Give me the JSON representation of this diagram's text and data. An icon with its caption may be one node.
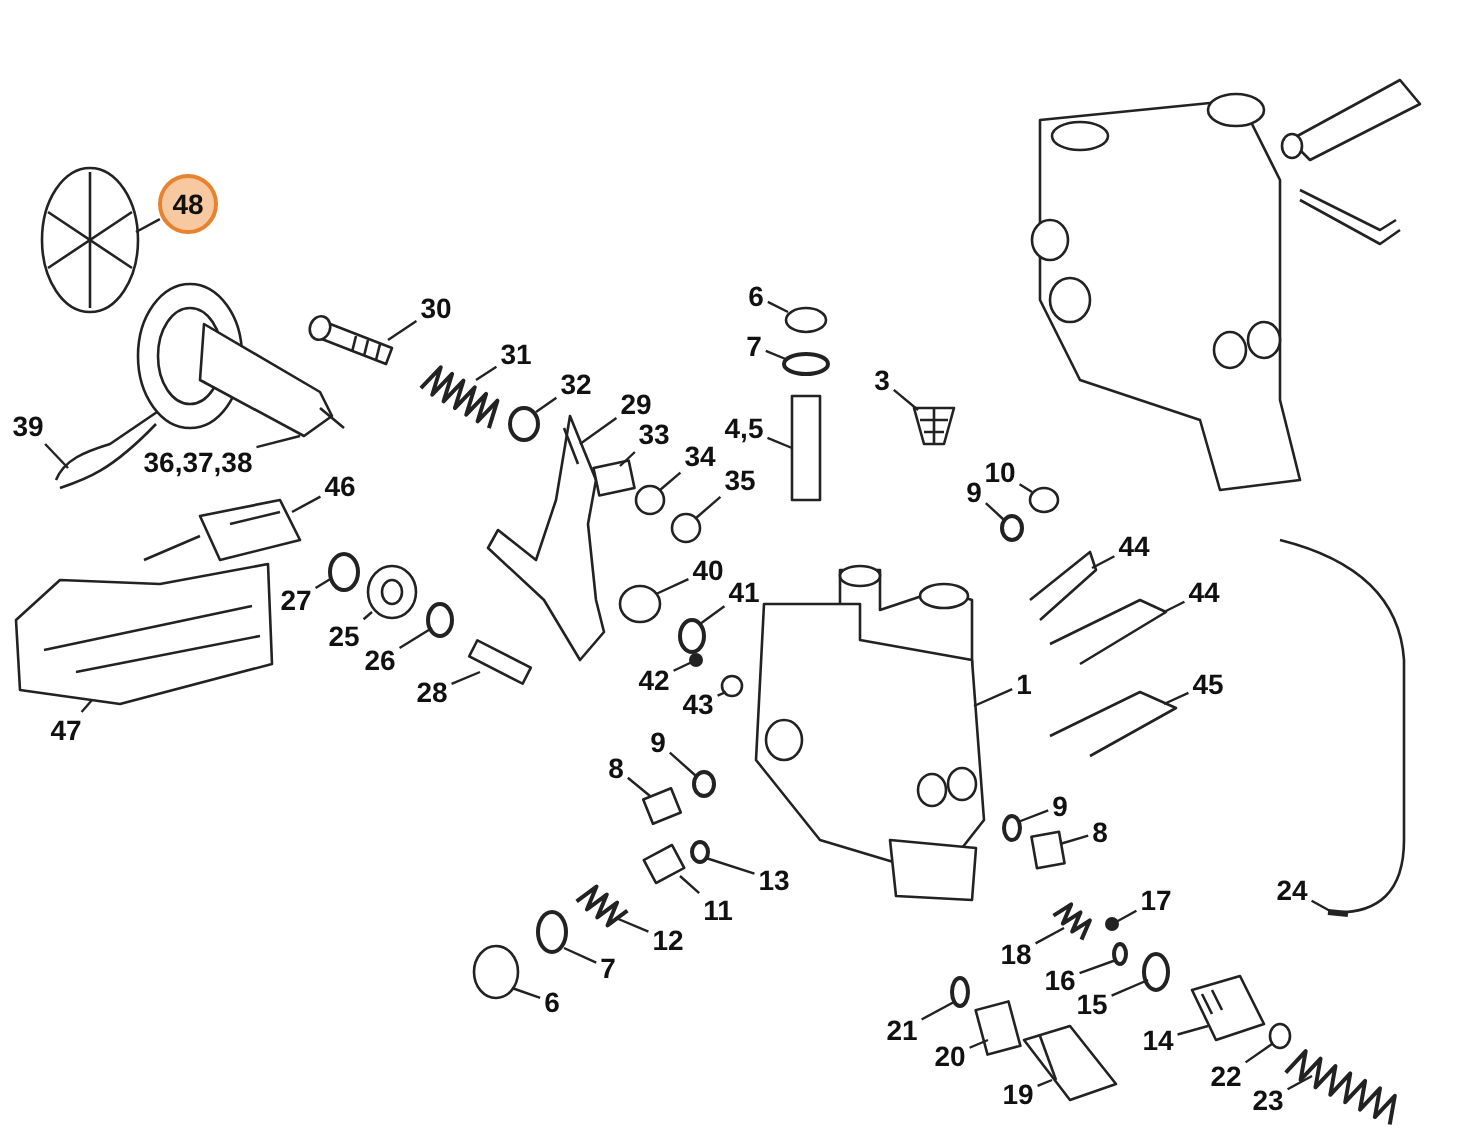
{
  "diagram": {
    "nodes": [
      {
        "text": [
          "48"
        ]
      },
      {
        "text": [
          "30"
        ]
      },
      {
        "text": [
          "31"
        ]
      },
      {
        "text": [
          "32"
        ]
      },
      {
        "text": [
          "29"
        ]
      },
      {
        "text": [
          "33"
        ]
      },
      {
        "text": [
          "34"
        ]
      },
      {
        "text": [
          "35"
        ]
      },
      {
        "text": [
          "6"
        ]
      },
      {
        "text": [
          "7"
        ]
      },
      {
        "text": [
          "4,5"
        ]
      },
      {
        "text": [
          "3"
        ]
      },
      {
        "text": [
          "10"
        ]
      },
      {
        "text": [
          "9"
        ]
      },
      {
        "text": [
          "44"
        ]
      },
      {
        "text": [
          "44"
        ]
      },
      {
        "text": [
          "45"
        ]
      },
      {
        "text": [
          "1"
        ]
      },
      {
        "text": [
          "40"
        ]
      },
      {
        "text": [
          "41"
        ]
      },
      {
        "text": [
          "42"
        ]
      },
      {
        "text": [
          "43"
        ]
      },
      {
        "text": [
          "39"
        ]
      },
      {
        "text": [
          "36,37,38"
        ]
      },
      {
        "text": [
          "46"
        ]
      },
      {
        "text": [
          "27"
        ]
      },
      {
        "text": [
          "25"
        ]
      },
      {
        "text": [
          "26"
        ]
      },
      {
        "text": [
          "28"
        ]
      },
      {
        "text": [
          "47"
        ]
      },
      {
        "text": [
          "9"
        ]
      },
      {
        "text": [
          "8"
        ]
      },
      {
        "text": [
          "13"
        ]
      },
      {
        "text": [
          "11"
        ]
      },
      {
        "text": [
          "12"
        ]
      },
      {
        "text": [
          "7"
        ]
      },
      {
        "text": [
          "6"
        ]
      },
      {
        "text": [
          "9"
        ]
      },
      {
        "text": [
          "8"
        ]
      },
      {
        "text": [
          "17"
        ]
      },
      {
        "text": [
          "18"
        ]
      },
      {
        "text": [
          "16"
        ]
      },
      {
        "text": [
          "15"
        ]
      },
      {
        "text": [
          "24"
        ]
      },
      {
        "text": [
          "14"
        ]
      },
      {
        "text": [
          "21"
        ]
      },
      {
        "text": [
          "20"
        ]
      },
      {
        "text": [
          "19"
        ]
      },
      {
        "text": [
          "22"
        ]
      },
      {
        "text": [
          "23"
        ]
      },
      {
        "text": [],
        "shape": "picture"
      },
      {
        "text": [],
        "shape": "picture"
      },
      {
        "text": [],
        "shape": "picture"
      },
      {
        "text": [],
        "shape": "circle"
      },
      {
        "text": [],
        "shape": "picture"
      },
      {
        "text": [],
        "shape": "box"
      },
      {
        "text": [],
        "shape": "circle"
      },
      {
        "text": [],
        "shape": "circle"
      },
      {
        "text": [],
        "shape": "circle"
      },
      {
        "text": [],
        "shape": "circle"
      },
      {
        "text": [],
        "shape": "box"
      },
      {
        "text": [],
        "shape": "picture"
      },
      {
        "text": [],
        "shape": "circle"
      },
      {
        "text": [],
        "shape": "circle"
      },
      {
        "text": [],
        "shape": "picture"
      },
      {
        "text": [],
        "shape": "picture"
      },
      {
        "text": [],
        "shape": "picture"
      },
      {
        "text": [],
        "shape": "picture"
      },
      {
        "text": [],
        "shape": "circle"
      },
      {
        "text": [],
        "shape": "circle"
      },
      {
        "text": [],
        "shape": "circle"
      },
      {
        "text": [],
        "shape": "circle"
      },
      {
        "text": [],
        "shape": "picture"
      },
      {
        "text": [],
        "shape": "picture"
      },
      {
        "text": [],
        "shape": "picture"
      },
      {
        "text": [],
        "shape": "circle"
      },
      {
        "text": [],
        "shape": "picture"
      },
      {
        "text": [],
        "shape": "circle"
      },
      {
        "text": [],
        "shape": "box"
      },
      {
        "text": [],
        "shape": "picture"
      },
      {
        "text": [],
        "shape": "circle"
      },
      {
        "text": [],
        "shape": "box"
      },
      {
        "text": [],
        "shape": "circle"
      },
      {
        "text": [],
        "shape": "box"
      },
      {
        "text": [],
        "shape": "picture"
      },
      {
        "text": [],
        "shape": "circle"
      },
      {
        "text": [],
        "shape": "circle"
      },
      {
        "text": [],
        "shape": "circle"
      },
      {
        "text": [],
        "shape": "box"
      },
      {
        "text": [],
        "shape": "circle"
      },
      {
        "text": [],
        "shape": "picture"
      },
      {
        "text": [],
        "shape": "circle"
      },
      {
        "text": [],
        "shape": "circle"
      },
      {
        "text": [],
        "shape": "picture"
      },
      {
        "text": [],
        "shape": "picture"
      },
      {
        "text": [],
        "shape": "circle"
      },
      {
        "text": [],
        "shape": "box"
      },
      {
        "text": [],
        "shape": "picture"
      },
      {
        "text": [],
        "shape": "circle"
      },
      {
        "text": [],
        "shape": "picture"
      }
    ],
    "edges": [
      {
        "from": 0,
        "to": 50,
        "arrow": "none"
      },
      {
        "from": 1,
        "to": 51,
        "arrow": "none"
      },
      {
        "from": 2,
        "to": 52,
        "arrow": "none"
      },
      {
        "from": 3,
        "to": 53,
        "arrow": "none"
      },
      {
        "from": 4,
        "to": 54,
        "arrow": "none"
      },
      {
        "from": 5,
        "to": 55,
        "arrow": "none"
      },
      {
        "from": 6,
        "to": 56,
        "arrow": "none"
      },
      {
        "from": 7,
        "to": 57,
        "arrow": "none"
      },
      {
        "from": 8,
        "to": 58,
        "arrow": "none"
      },
      {
        "from": 9,
        "to": 59,
        "arrow": "none"
      },
      {
        "from": 10,
        "to": 60,
        "arrow": "none"
      },
      {
        "from": 11,
        "to": 61,
        "arrow": "none"
      },
      {
        "from": 12,
        "to": 62,
        "arrow": "none"
      },
      {
        "from": 13,
        "to": 63,
        "arrow": "none"
      },
      {
        "from": 14,
        "to": 64,
        "arrow": "none"
      },
      {
        "from": 15,
        "to": 65,
        "arrow": "none"
      },
      {
        "from": 16,
        "to": 66,
        "arrow": "none"
      },
      {
        "from": 17,
        "to": 67,
        "arrow": "none"
      },
      {
        "from": 18,
        "to": 68,
        "arrow": "none"
      },
      {
        "from": 19,
        "to": 69,
        "arrow": "none"
      },
      {
        "from": 20,
        "to": 70,
        "arrow": "none"
      },
      {
        "from": 21,
        "to": 71,
        "arrow": "none"
      },
      {
        "from": 22,
        "to": 72,
        "arrow": "none"
      },
      {
        "from": 23,
        "to": 73,
        "arrow": "none"
      },
      {
        "from": 24,
        "to": 74,
        "arrow": "none"
      },
      {
        "from": 25,
        "to": 75,
        "arrow": "none"
      },
      {
        "from": 26,
        "to": 76,
        "arrow": "none"
      },
      {
        "from": 27,
        "to": 77,
        "arrow": "none"
      },
      {
        "from": 28,
        "to": 78,
        "arrow": "none"
      },
      {
        "from": 29,
        "to": 79,
        "arrow": "none"
      },
      {
        "from": 30,
        "to": 80,
        "arrow": "none"
      },
      {
        "from": 31,
        "to": 81,
        "arrow": "none"
      },
      {
        "from": 32,
        "to": 82,
        "arrow": "none"
      },
      {
        "from": 33,
        "to": 83,
        "arrow": "none"
      },
      {
        "from": 34,
        "to": 84,
        "arrow": "none"
      },
      {
        "from": 35,
        "to": 85,
        "arrow": "none"
      },
      {
        "from": 36,
        "to": 86,
        "arrow": "none"
      },
      {
        "from": 37,
        "to": 87,
        "arrow": "none"
      },
      {
        "from": 38,
        "to": 88,
        "arrow": "none"
      },
      {
        "from": 39,
        "to": 89,
        "arrow": "none"
      },
      {
        "from": 40,
        "to": 90,
        "arrow": "none"
      },
      {
        "from": 41,
        "to": 91,
        "arrow": "none"
      },
      {
        "from": 42,
        "to": 92,
        "arrow": "none"
      },
      {
        "from": 43,
        "to": 93,
        "arrow": "none"
      },
      {
        "from": 44,
        "to": 94,
        "arrow": "none"
      },
      {
        "from": 45,
        "to": 95,
        "arrow": "none"
      },
      {
        "from": 46,
        "to": 96,
        "arrow": "none"
      },
      {
        "from": 47,
        "to": 97,
        "arrow": "none"
      },
      {
        "from": 48,
        "to": 98,
        "arrow": "none"
      },
      {
        "from": 49,
        "to": 99,
        "arrow": "none"
      }
    ]
  }
}
